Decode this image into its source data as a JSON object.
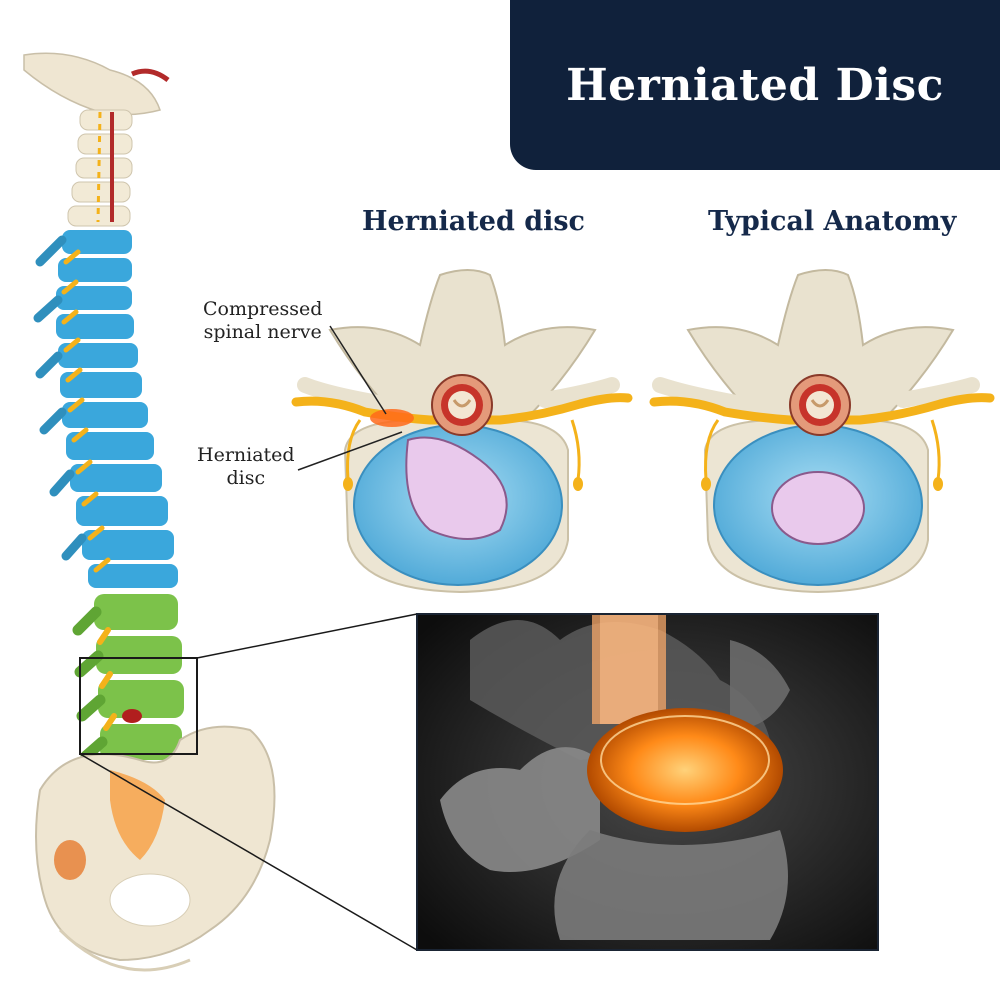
{
  "title": "Herniated Disc",
  "panels": {
    "left_heading": "Herniated disc",
    "right_heading": "Typical Anatomy"
  },
  "callouts": {
    "nerve_line1": "Compressed",
    "nerve_line2": "spinal nerve",
    "disc_line1": "Herniated",
    "disc_line2": "disc"
  },
  "colors": {
    "banner": "#10213b",
    "heading": "#15294a",
    "disc_outer": "#5fb6e0",
    "disc_inner": "#e9c9ec",
    "nerve": "#f4b21a",
    "cervical": "#f2ead6",
    "thoracic": "#3aa7dc",
    "lumbar": "#7cc24a",
    "glow": "#ff8a18"
  }
}
